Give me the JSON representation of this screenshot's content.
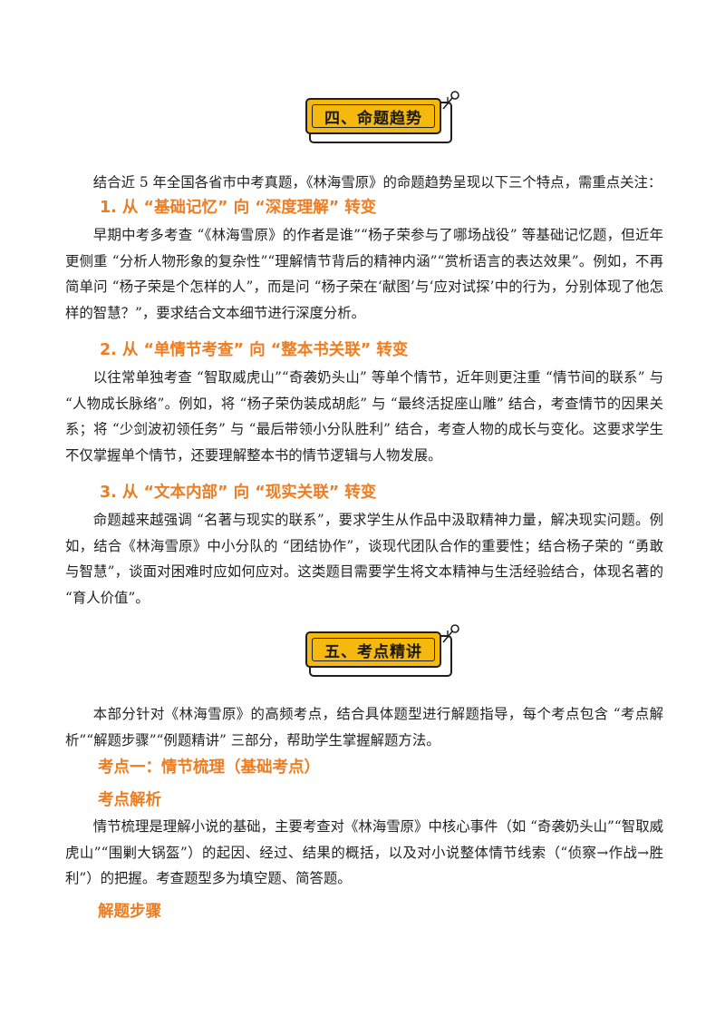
{
  "section4": {
    "badge": "四、命题趋势",
    "intro": "结合近 5 年全国各省市中考真题，《林海雪原》的命题趋势呈现以下三个特点，需重点关注：",
    "points": [
      {
        "heading": "1. 从 “基础记忆” 向 “深度理解” 转变",
        "text": "早期中考多考查 “《林海雪原》的作者是谁”“杨子荣参与了哪场战役” 等基础记忆题，但近年更侧重 “分析人物形象的复杂性”“理解情节背后的精神内涵”“赏析语言的表达效果”。例如，不再简单问 “杨子荣是个怎样的人”，而是问 “杨子荣在‘献图’与‘应对试探’中的行为，分别体现了他怎样的智慧？”，要求结合文本细节进行深度分析。"
      },
      {
        "heading": "2. 从 “单情节考查” 向 “整本书关联” 转变",
        "text": "以往常单独考查 “智取威虎山”“奇袭奶头山” 等单个情节，近年则更注重 “情节间的联系” 与 “人物成长脉络”。例如，将 “杨子荣伪装成胡彪” 与 “最终活捉座山雕” 结合，考查情节的因果关系；将 “少剑波初领任务” 与 “最后带领小分队胜利” 结合，考查人物的成长与变化。这要求学生不仅掌握单个情节，还要理解整本书的情节逻辑与人物发展。"
      },
      {
        "heading": "3. 从 “文本内部” 向 “现实关联” 转变",
        "text": "命题越来越强调 “名著与现实的联系”，要求学生从作品中汲取精神力量，解决现实问题。例如，结合《林海雪原》中小分队的 “团结协作”，谈现代团队合作的重要性；结合杨子荣的 “勇敢与智慧”，谈面对困难时应如何应对。这类题目需要学生将文本精神与生活经验结合，体现名著的 “育人价值”。"
      }
    ]
  },
  "section5": {
    "badge": "五、考点精讲",
    "intro": "本部分针对《林海雪原》的高频考点，结合具体题型进行解题指导，每个考点包含 “考点解析”“解题步骤”“例题精讲” 三部分，帮助学生掌握解题方法。",
    "point1_title": "考点一：情节梳理（基础考点）",
    "analysis_title": "考点解析",
    "analysis_text": "情节梳理是理解小说的基础，主要考查对《林海雪原》中核心事件（如 “奇袭奶头山”“智取威虎山”“围剿大锅盔”）的起因、经过、结果的概括，以及对小说整体情节线索（“侦察→作战→胜利”）的把握。考查题型多为填空题、简答题。",
    "steps_title": "解题步骤"
  },
  "colors": {
    "accent": "#ee7d22",
    "badge_fill": "#f5b80f"
  }
}
